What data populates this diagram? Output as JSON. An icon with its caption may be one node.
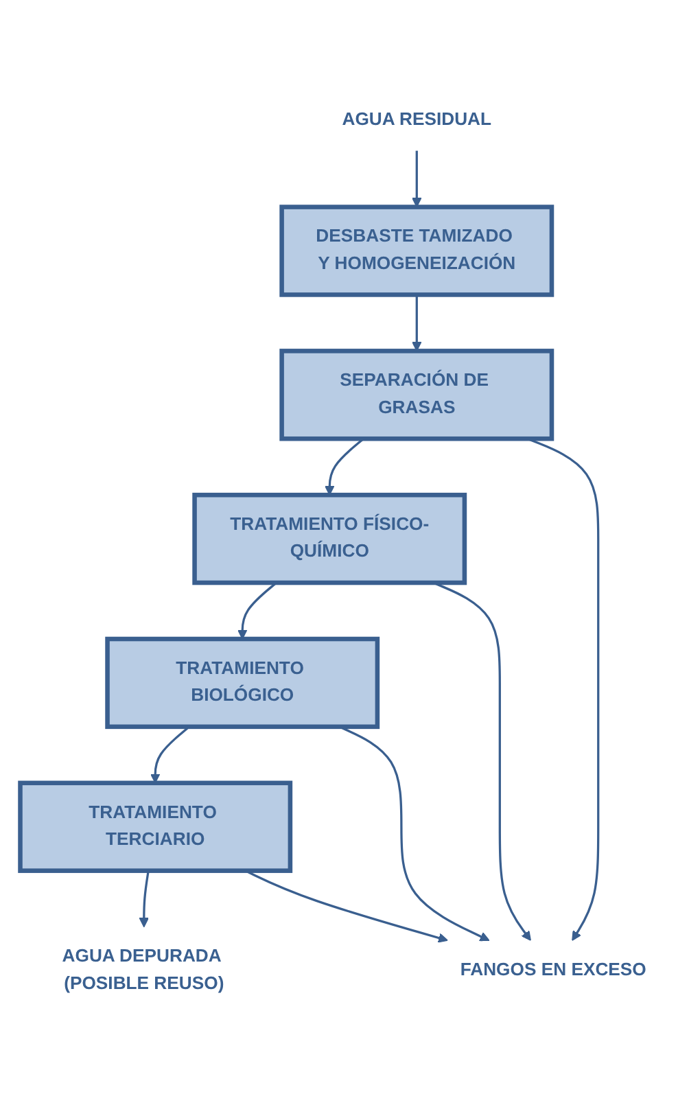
{
  "diagram": {
    "nodes": [
      {
        "text": [
          "AGUA RESIDUAL"
        ]
      },
      {
        "text": [
          "DESBASTE TAMIZADO Y HOMOGENEIZACIÓN"
        ]
      },
      {
        "text": [
          "SEPARACIÓN DE GRASAS"
        ]
      },
      {
        "text": [
          "TRATAMIENTO FÍSICO-QUÍMICO"
        ]
      },
      {
        "text": [
          "TRATAMIENTO BIOLÓGICO"
        ]
      },
      {
        "text": [
          "TRATAMIENTO TERCIARIO"
        ]
      },
      {
        "text": [
          "AGUA DEPURADA (POSIBLE REUSO)"
        ]
      },
      {
        "text": [
          "FANGOS EN EXCESO"
        ]
      }
    ],
    "edges": [
      {
        "from": 0,
        "to": 1,
        "arrow": "to"
      },
      {
        "from": 1,
        "to": 2,
        "arrow": "to"
      },
      {
        "from": 2,
        "to": 3,
        "arrow": "to"
      },
      {
        "from": 3,
        "to": 4,
        "arrow": "to"
      },
      {
        "from": 4,
        "to": 5,
        "arrow": "to"
      },
      {
        "from": 5,
        "to": 6,
        "arrow": "to"
      },
      {
        "from": 2,
        "to": 7,
        "arrow": "to"
      },
      {
        "from": 3,
        "to": 7,
        "arrow": "to"
      },
      {
        "from": 4,
        "to": 7,
        "arrow": "to"
      },
      {
        "from": 5,
        "to": 7,
        "arrow": "to"
      }
    ]
  }
}
